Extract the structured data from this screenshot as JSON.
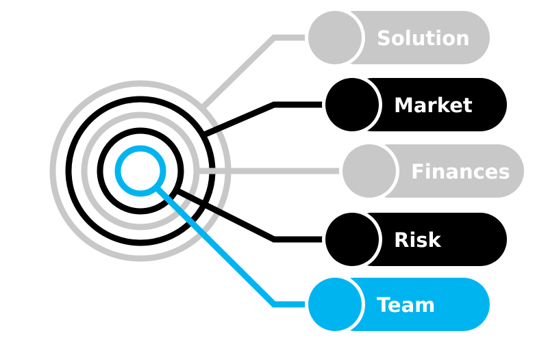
{
  "colors": {
    "grey": "#c8c8c8",
    "black": "#000000",
    "blue": "#00b5ef"
  },
  "items": [
    {
      "label": "Solution",
      "color": "grey"
    },
    {
      "label": "Market",
      "color": "black"
    },
    {
      "label": "Finances",
      "color": "grey"
    },
    {
      "label": "Risk",
      "color": "black"
    },
    {
      "label": "Team",
      "color": "blue"
    }
  ],
  "rings": [
    "grey",
    "black",
    "grey",
    "black",
    "blue"
  ]
}
